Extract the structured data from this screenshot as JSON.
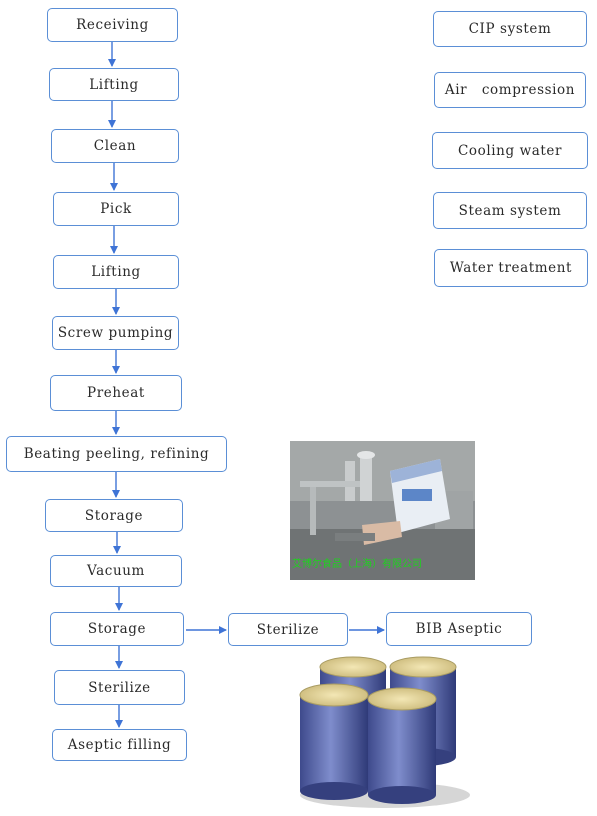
{
  "colors": {
    "box_border": "#5b8fd6",
    "arrow": "#3f74d6",
    "caption": "#1fd11f"
  },
  "main_flow": [
    "Receiving",
    "Lifting",
    "Clean",
    "Pick",
    "Lifting",
    "Screw pumping",
    "Preheat",
    "Beating peeling, refining",
    "Storage",
    "Vacuum",
    "Storage",
    "Sterilize",
    "Aseptic filling"
  ],
  "branch": {
    "sterilize": "Sterilize",
    "bib": "BIB Aseptic"
  },
  "utilities": [
    "CIP system",
    "Air   compression",
    "Cooling water",
    "Steam system",
    "Water treatment"
  ],
  "photo": {
    "caption": "艾博尔食品（上海）有限公司"
  }
}
